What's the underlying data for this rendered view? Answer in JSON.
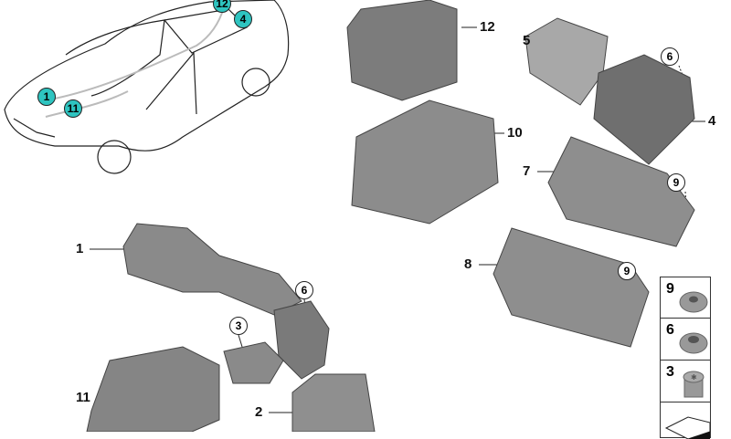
{
  "car_callouts": [
    "1",
    "11",
    "12",
    "4"
  ],
  "callouts": {
    "p12": "12",
    "p5": "5",
    "p6a": "6",
    "p4": "4",
    "p10": "10",
    "p7": "7",
    "p9a": "9",
    "p1": "1",
    "p8": "8",
    "p9b": "9",
    "p6b": "6",
    "p3": "3",
    "p11": "11",
    "p2": "2"
  },
  "legend": [
    "9",
    "6",
    "3"
  ],
  "colors": {
    "callout_accent": "#2ec4c0",
    "part_gray": "#8a8a8a"
  }
}
